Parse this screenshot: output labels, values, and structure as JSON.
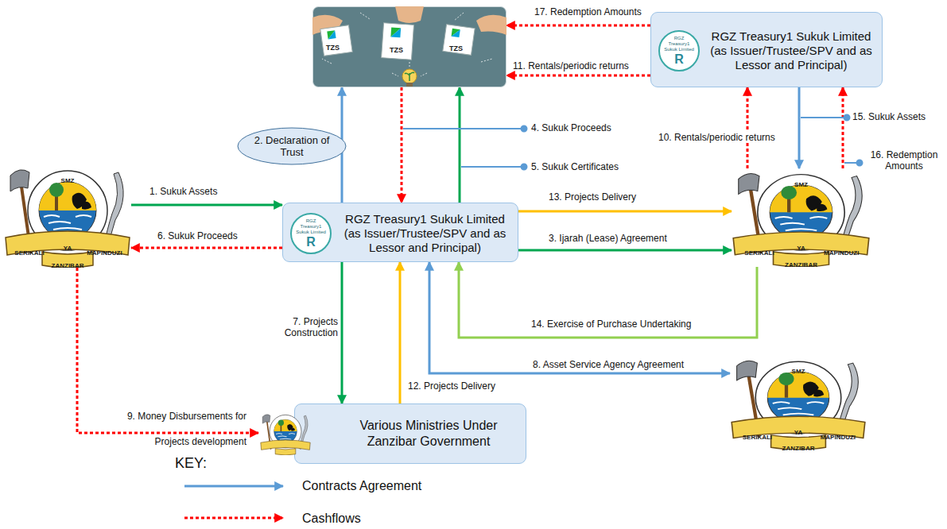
{
  "diagram": {
    "nodes": [
      {
        "text": [
          "TZS",
          "TZS",
          "TZS"
        ]
      },
      {
        "text": [
          "RGZ Treasury1 Sukuk Limited",
          "R",
          "RGZ Treasury1 Sukuk Limited (as Issuer/Trustee/SPV and as Lessor and Principal)"
        ]
      },
      {
        "text": [
          "2. Declaration of Trust"
        ]
      },
      {
        "text": [
          "SMZ",
          "SERIKALI",
          "YA",
          "MAPINDUZI",
          "ZANZIBAR"
        ]
      },
      {
        "text": [
          "RGZ Treasury1 Sukuk Limited",
          "R",
          "RGZ Treasury1 Sukuk Limited (as Issuer/Trustee/SPV and as Lessor and Principal)"
        ]
      },
      {
        "text": [
          "SMZ",
          "SERIKALI",
          "YA",
          "MAPINDUZI",
          "ZANZIBAR"
        ]
      },
      {
        "text": [
          "SMZ",
          "SERIKALI",
          "YA",
          "MAPINDUZI",
          "ZANZIBAR"
        ]
      },
      {
        "text": [
          "Various Ministries Under Zanzibar Government"
        ]
      }
    ],
    "edges": [
      {
        "from": 3,
        "to": 4,
        "label": "1. Sukuk Assets",
        "arrow": "to"
      },
      {
        "from": 4,
        "to": 0,
        "arrow": "to"
      },
      {
        "from": 0,
        "to": 4,
        "label": "4. Sukuk Proceeds",
        "arrow": "to"
      },
      {
        "from": 4,
        "to": 0,
        "label": "5. Sukuk Certificates",
        "arrow": "to"
      },
      {
        "from": 4,
        "to": 3,
        "label": "6. Sukuk Proceeds",
        "arrow": "to"
      },
      {
        "from": 4,
        "to": 5,
        "label": "3. Ijarah (Lease) Agreement",
        "arrow": "to"
      },
      {
        "from": 4,
        "to": 5,
        "label": "13. Projects Delivery",
        "arrow": "to"
      },
      {
        "from": 4,
        "to": 7,
        "label": "7. Projects Construction",
        "arrow": "to"
      },
      {
        "from": 7,
        "to": 4,
        "label": "12. Projects Delivery",
        "arrow": "to"
      },
      {
        "from": 4,
        "to": 6,
        "label": "8. Asset Service Agency Agreement",
        "arrow": "both"
      },
      {
        "from": 5,
        "to": 4,
        "label": "14. Exercise of Purchase Undertaking",
        "arrow": "to"
      },
      {
        "from": 3,
        "to": 7,
        "label": "9. Money Disbursements for Projects development",
        "arrow": "to"
      },
      {
        "from": 5,
        "to": 1,
        "label": "10. Rentals/periodic returns",
        "arrow": "to"
      },
      {
        "from": 1,
        "to": 5,
        "label": "15. Sukuk Assets",
        "arrow": "to"
      },
      {
        "from": 5,
        "to": 1,
        "label": "16. Redemption Amounts",
        "arrow": "to"
      },
      {
        "from": 1,
        "to": 0,
        "label": "17. Redemption Amounts",
        "arrow": "to"
      },
      {
        "from": 1,
        "to": 0,
        "label": "11. Rentals/periodic returns",
        "arrow": "to"
      }
    ],
    "labels": [
      "KEY:"
    ],
    "legend": [
      {
        "text": "Contracts Agreement"
      },
      {
        "text": "Cashflows"
      }
    ]
  }
}
